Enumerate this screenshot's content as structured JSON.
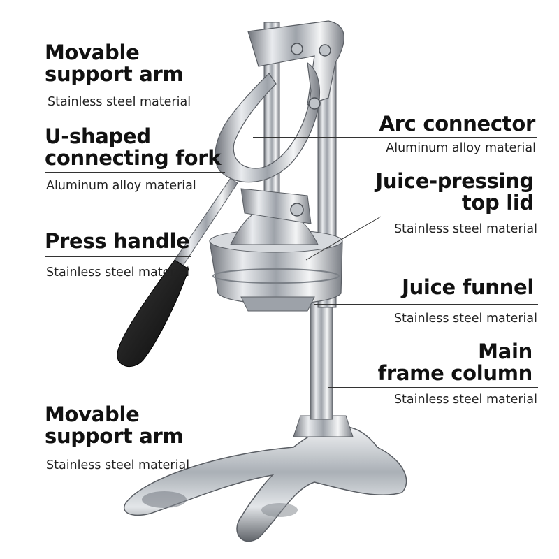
{
  "labels": {
    "support_arm_top": {
      "title_line1": "Movable",
      "title_line2": "support arm",
      "material": "Stainless steel material"
    },
    "u_fork": {
      "title_line1": "U-shaped",
      "title_line2": "connecting fork",
      "material": "Aluminum alloy material"
    },
    "press_handle": {
      "title": "Press handle",
      "material": "Stainless steel material"
    },
    "support_arm_bottom": {
      "title_line1": "Movable",
      "title_line2": "support arm",
      "material": "Stainless steel material"
    },
    "arc_connector": {
      "title": "Arc connector",
      "material": "Aluminum alloy material"
    },
    "top_lid": {
      "title_line1": "Juice-pressing",
      "title_line2": "top lid",
      "material": "Stainless steel material"
    },
    "juice_funnel": {
      "title": "Juice funnel",
      "material": "Stainless steel material"
    },
    "main_column": {
      "title_line1": "Main",
      "title_line2": "frame column",
      "material": "Stainless steel material"
    }
  },
  "colors": {
    "text": "#111111",
    "leader_line": "#333333",
    "handle_grip": "#1a1a1a",
    "steel": "#c9ccd0"
  }
}
